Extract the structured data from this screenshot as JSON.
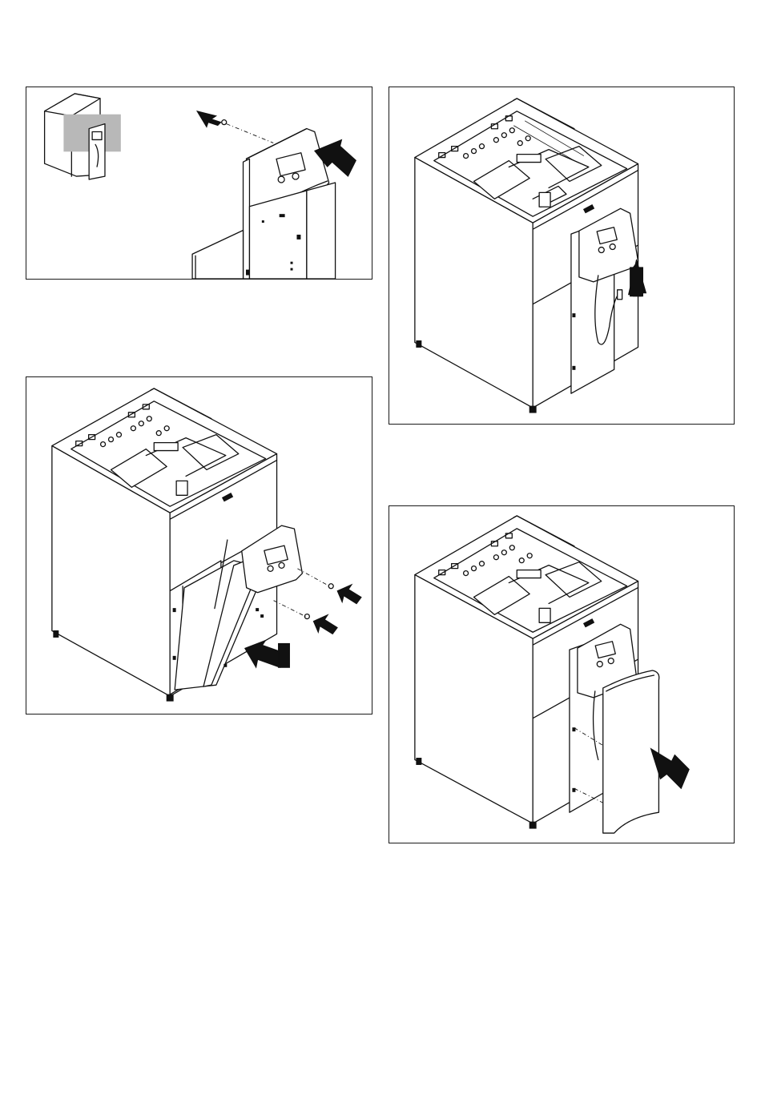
{
  "page": {
    "background": "#ffffff",
    "figures": [
      {
        "id": "panel-1",
        "icons": [
          "location-thumbnail-icon",
          "screw-icon",
          "push-arrow-icon",
          "control-panel-icon"
        ]
      },
      {
        "id": "panel-2",
        "icons": [
          "boiler-unit-icon",
          "control-panel-icon",
          "lift-arrow-icon"
        ]
      },
      {
        "id": "panel-3",
        "icons": [
          "boiler-unit-icon",
          "control-panel-icon",
          "screw-icon",
          "push-arrow-icon"
        ]
      },
      {
        "id": "panel-4",
        "icons": [
          "boiler-unit-icon",
          "front-cover-icon",
          "push-arrow-icon"
        ]
      }
    ],
    "colors": {
      "line": "#111111",
      "highlight": "#b8b8b8"
    }
  }
}
